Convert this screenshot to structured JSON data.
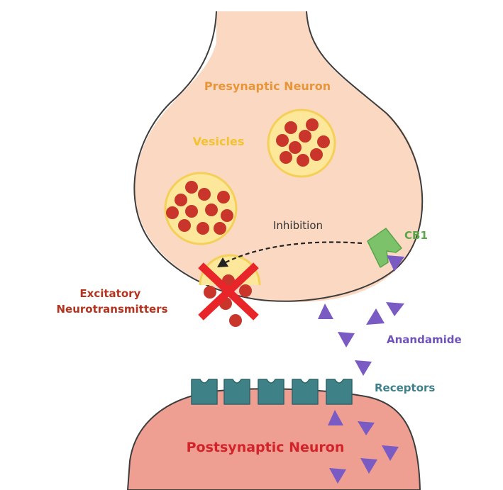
{
  "labels": {
    "presynaptic": "Presynaptic Neuron",
    "vesicles": "Vesicles",
    "inhibition": "Inhibition",
    "cb1": "CB1",
    "excitatory_line1": "Excitatory",
    "excitatory_line2": "Neurotransmitters",
    "anandamide": "Anandamide",
    "receptors": "Receptors",
    "postsynaptic": "Postsynaptic Neuron"
  },
  "colors": {
    "presynaptic_fill": "#fbd8c2",
    "neuron_outline": "#3d3d3d",
    "postsynaptic_fill": "#ef9e92",
    "vesicle_fill": "#fde79a",
    "vesicle_outline": "#f4cf5a",
    "molecule": "#c9352a",
    "cross": "#e8262a",
    "cb1": "#7cc26a",
    "anandamide": "#7a5bc4",
    "receptor": "#3e8186",
    "presynaptic_text": "#e8953a",
    "vesicles_text": "#f2c230",
    "cb1_text": "#5aa548",
    "excitatory_text": "#b53420",
    "anandamide_text": "#6f54b8",
    "receptors_text": "#3e7f8a",
    "postsynaptic_text": "#d2232a",
    "inhibition_text": "#333333"
  }
}
